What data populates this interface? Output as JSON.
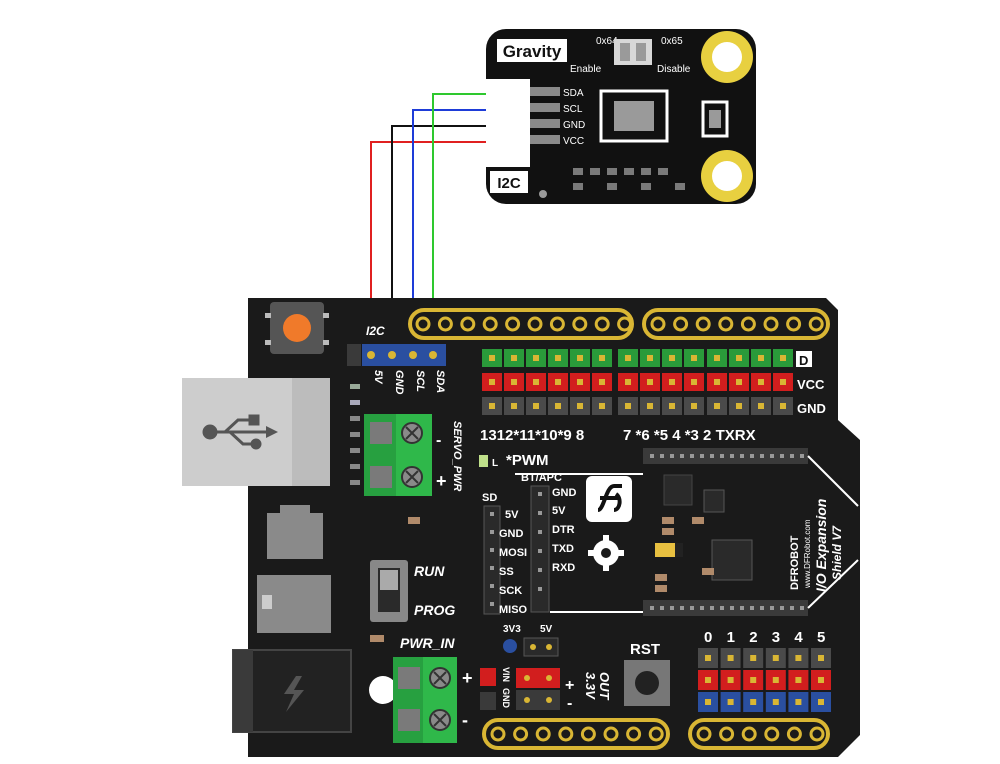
{
  "sensor": {
    "brand": "Gravity",
    "addr_left": "0x64",
    "addr_right": "0x65",
    "enable": "Enable",
    "disable": "Disable",
    "pin_sda": "SDA",
    "pin_scl": "SCL",
    "pin_gnd": "GND",
    "pin_vcc": "VCC",
    "interface": "I2C"
  },
  "wires": [
    {
      "name": "vcc-wire",
      "color": "#e02020"
    },
    {
      "name": "gnd-wire",
      "color": "#111111"
    },
    {
      "name": "scl-wire",
      "color": "#1e3cd8"
    },
    {
      "name": "sda-wire",
      "color": "#2ec82e"
    }
  ],
  "shield": {
    "i2c_label": "I2C",
    "i2c_pins": [
      "5V",
      "GND",
      "SCL",
      "SDA"
    ],
    "servo_pwr": "SERVO_PWR",
    "row_d": "D",
    "row_vcc": "VCC",
    "row_gnd": "GND",
    "digital_labels": "1312*11*10*9 8",
    "digital_labels2": "7 *6 *5 4 *3 2 TXRX",
    "pwm_note": "*PWM",
    "led_l": "L",
    "bt_apc": "BT/APC",
    "bt_pins": [
      "GND",
      "5V",
      "DTR",
      "TXD",
      "RXD"
    ],
    "sd_label": "SD",
    "sd_pins": [
      "5V",
      "GND",
      "MOSI",
      "SS",
      "SCK",
      "MISO"
    ],
    "run": "RUN",
    "prog": "PROG",
    "pwr_in": "PWR_IN",
    "vin": "VIN",
    "gnd": "GND",
    "v3v3": "3V3",
    "v5": "5V",
    "out_33": "3.3V",
    "out_word": "OUT",
    "rst": "RST",
    "analog_labels": [
      "0",
      "1",
      "2",
      "3",
      "4",
      "5"
    ],
    "brand_dfrobot": "DFROBOT",
    "brand_url": "www.DFRobot.com",
    "model": "I/O Expansion",
    "model2": "Shield V7"
  },
  "colors": {
    "board": "#1a1a1a",
    "pin_green": "#2a9a3a",
    "pin_red": "#d21e1e",
    "pin_gray": "#4a4a4a",
    "pin_blue": "#2a4fa0",
    "terminal": "#2fb84a",
    "gold": "#d9b634",
    "usb": "#b9b9b9"
  }
}
